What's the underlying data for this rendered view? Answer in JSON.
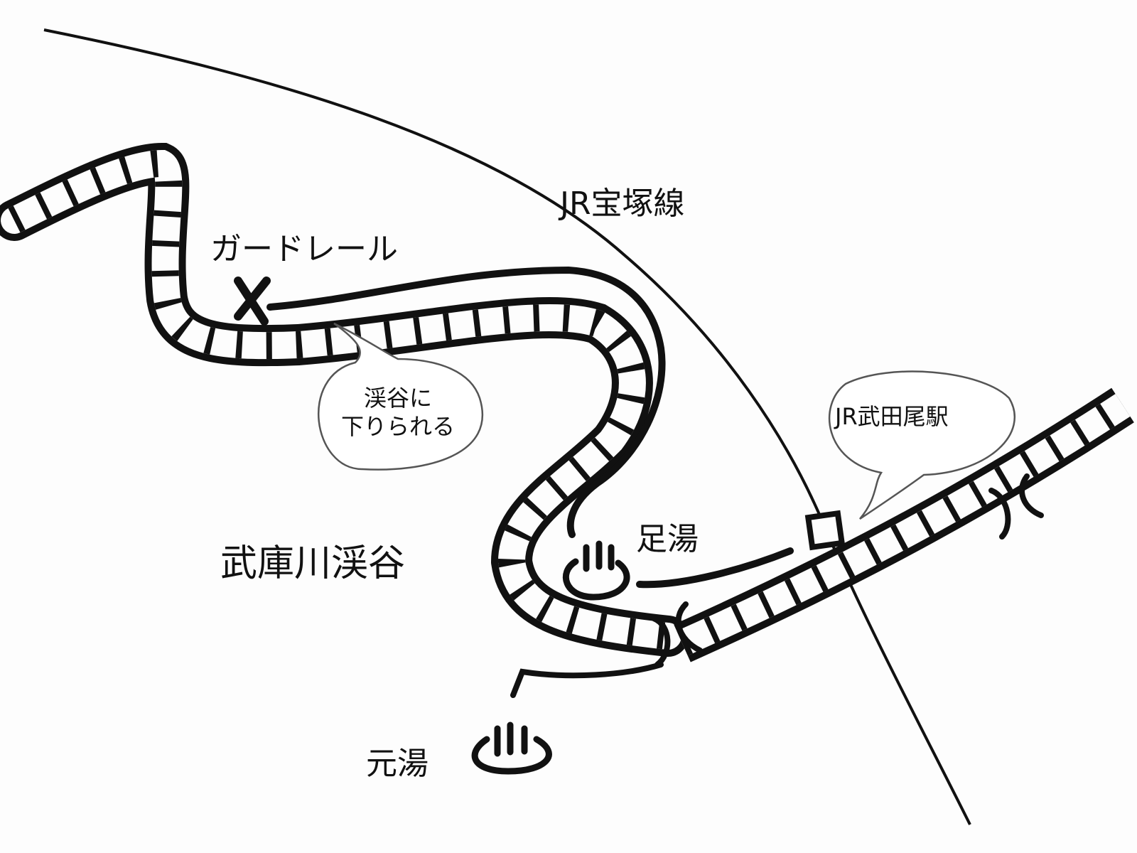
{
  "labels": {
    "railway_line": "JR宝塚線",
    "guardrail": "ガードレール",
    "gorge_access_line1": "渓谷に",
    "gorge_access_line2": "下りられる",
    "station": "JR武田尾駅",
    "footbath": "足湯",
    "gorge": "武庫川渓谷",
    "hot_spring": "元湯"
  },
  "colors": {
    "ink": "#111111",
    "paper": "#fdfdfd",
    "bubble": "#555555"
  }
}
